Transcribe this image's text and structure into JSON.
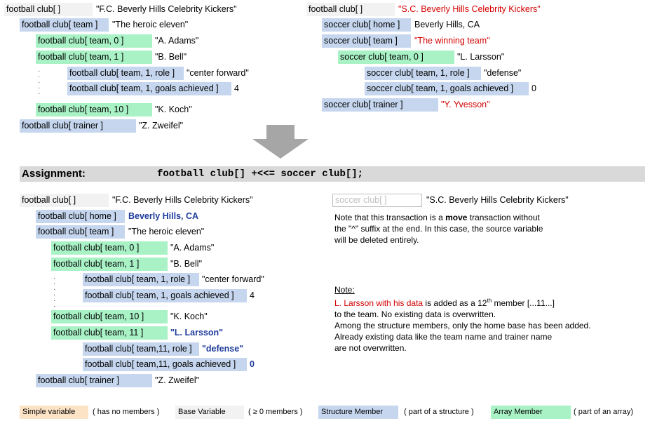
{
  "top_left": {
    "root": {
      "label": "football club[ ]",
      "value": "\"F.C. Beverly Hills Celebrity Kickers\""
    },
    "team": {
      "label": "football club[ team ]",
      "value": "\"The heroic eleven\""
    },
    "team0": {
      "label": "football club[ team, 0 ]",
      "value": "\"A. Adams\""
    },
    "team1": {
      "label": "football club[ team, 1 ]",
      "value": "\"B. Bell\""
    },
    "team1_role": {
      "label": "football club[ team, 1, role ]",
      "value": "\"center forward\""
    },
    "team1_goals": {
      "label": "football club[ team, 1, goals achieved ]",
      "value": "4"
    },
    "team10": {
      "label": "football club[ team, 10 ]",
      "value": "\"K. Koch\""
    },
    "trainer": {
      "label": "football club[ trainer ]",
      "value": "\"Z. Zweifel\""
    }
  },
  "top_right": {
    "root": {
      "label": "football club[ ]",
      "value": "\"S.C. Beverly Hills Celebrity Kickers\""
    },
    "home": {
      "label": "soccer club[ home ]",
      "value": "Beverly Hills, CA"
    },
    "team": {
      "label": "soccer club[ team ]",
      "value": "\"The winning team\""
    },
    "team0": {
      "label": "soccer club[ team, 0 ]",
      "value": "\"L. Larsson\""
    },
    "team0_role": {
      "label": "soccer club[ team, 1, role ]",
      "value": "\"defense\""
    },
    "team0_goals": {
      "label": "soccer club[ team, 1, goals achieved ]",
      "value": "0"
    },
    "trainer": {
      "label": "soccer club[ trainer ]",
      "value": "\"Y. Yvesson\""
    }
  },
  "assignment": {
    "label": "Assignment:",
    "code": "football club[] +<<= soccer club[];"
  },
  "result": {
    "root": {
      "label": "football club[ ]",
      "value": "\"F.C. Beverly Hills Celebrity Kickers\""
    },
    "home": {
      "label": "football club[ home ]",
      "value": "Beverly Hills, CA"
    },
    "team": {
      "label": "football club[ team ]",
      "value": "\"The heroic eleven\""
    },
    "team0": {
      "label": "football club[ team, 0 ]",
      "value": "\"A. Adams\""
    },
    "team1": {
      "label": "football club[ team, 1 ]",
      "value": "\"B. Bell\""
    },
    "team1_role": {
      "label": "football club[ team, 1, role ]",
      "value": "\"center forward\""
    },
    "team1_goals": {
      "label": "football club[ team, 1, goals achieved ]",
      "value": "4"
    },
    "team10": {
      "label": "football club[ team, 10 ]",
      "value": "\"K. Koch\""
    },
    "team11": {
      "label": "football club[ team, 11 ]",
      "value": "\"L. Larsson\""
    },
    "team11_role": {
      "label": "football club[ team,11, role ]",
      "value": "\"defense\""
    },
    "team11_goals": {
      "label": "football club[ team,11, goals achieved ]",
      "value": "0"
    },
    "trainer": {
      "label": "football club[ trainer ]",
      "value": "\"Z. Zweifel\""
    }
  },
  "deleted_source": {
    "label": "soccer club[ ]",
    "value": "\"S.C. Beverly Hills Celebrity Kickers\""
  },
  "move_note": {
    "line1_pre": "Note that this transaction is a ",
    "line1_bold": "move",
    "line1_post": " transaction without",
    "line2": "the \"^\" suffix at the end.  In this case, the source variable",
    "line3": "will be deleted entirely."
  },
  "note2": {
    "heading": "Note:",
    "line1_red": "L. Larsson with his data",
    "line1_mid": " is added as a 12",
    "line1_sup": "th",
    "line1_post": " member [...11...]",
    "line2": "to the team.  No existing data is overwritten.",
    "line3": "Among the structure members, only the home base has been added.",
    "line4": "Already existing data like the team name and trainer name",
    "line5": "are not overwritten."
  },
  "legend": {
    "simple": {
      "label": "Simple  variable",
      "desc": "( has no members )"
    },
    "base": {
      "label": "Base Variable",
      "desc": "( ≥ 0 members )"
    },
    "struct": {
      "label": "Structure Member",
      "desc": "( part of a structure )"
    },
    "array": {
      "label": "Array Member",
      "desc": "( part of an array)"
    }
  },
  "colors": {
    "base": "#f2f2f2",
    "structure": "#c5d6ee",
    "array": "#a9f2c6",
    "simple": "#fde3c5",
    "highlight_red": "#d40000",
    "highlight_blue": "#1f3c9c",
    "arrow": "#a6a6a6"
  }
}
